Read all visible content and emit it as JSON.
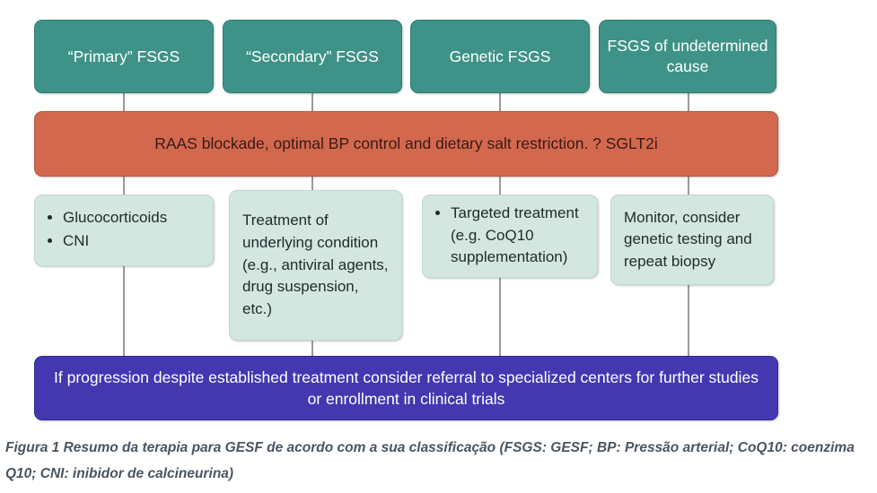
{
  "figure": {
    "categories": [
      {
        "label": "“Primary” FSGS"
      },
      {
        "label": "“Secondary” FSGS"
      },
      {
        "label": "Genetic FSGS"
      },
      {
        "label": "FSGS of undetermined cause"
      }
    ],
    "general_measures": {
      "text": "RAAS blockade, optimal BP control and dietary salt restriction. ? SGLT2i"
    },
    "treatments": [
      {
        "bulleted": true,
        "items": [
          "Glucocorticoids",
          "CNI"
        ],
        "text": ""
      },
      {
        "bulleted": false,
        "items": [],
        "text": "Treatment of underlying condition (e.g., antiviral agents, drug suspension, etc.)"
      },
      {
        "bulleted": true,
        "items": [
          "Targeted treatment (e.g. CoQ10 supplementation)"
        ],
        "text": ""
      },
      {
        "bulleted": false,
        "items": [],
        "text": "Monitor, consider genetic testing and repeat biopsy"
      }
    ],
    "escalation": {
      "text": "If progression despite established treatment consider referral to specialized centers for further studies or enrollment in clinical trials"
    },
    "caption": "Figura 1 Resumo da terapia para GESF de acordo com a sua classificação (FSGS: GESF; BP: Pressão arterial; CoQ10: coenzima Q10; CNI: inibidor de calcineurina)",
    "colors": {
      "category_box": "#3E9287",
      "general_measures_band": "#D2694F",
      "treatment_box": "#D4E6E0",
      "escalation_band": "#4338B0",
      "connector_line": "#9A9A9A",
      "caption_text": "#4A5560"
    }
  }
}
